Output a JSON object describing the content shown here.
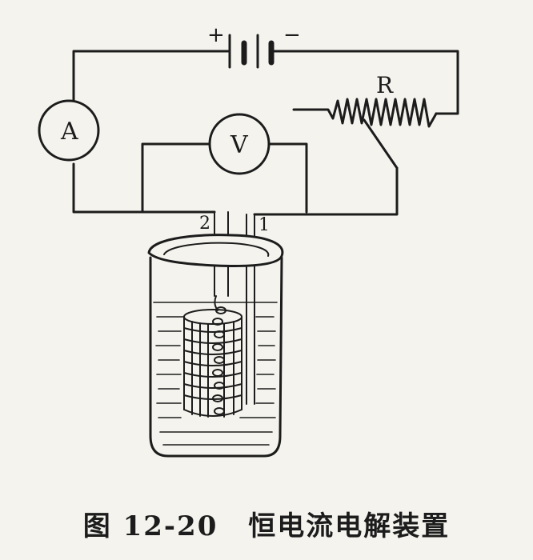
{
  "figure": {
    "caption_number": "图 12-20",
    "caption_title": "恒电流电解装置"
  },
  "labels": {
    "battery_plus": "+",
    "battery_minus": "−",
    "resistor": "R",
    "ammeter": "A",
    "voltmeter": "V",
    "electrode_2": "2",
    "electrode_1": "1"
  },
  "colors": {
    "ink": "#1c1c1c",
    "paper": "#f4f3ee"
  }
}
